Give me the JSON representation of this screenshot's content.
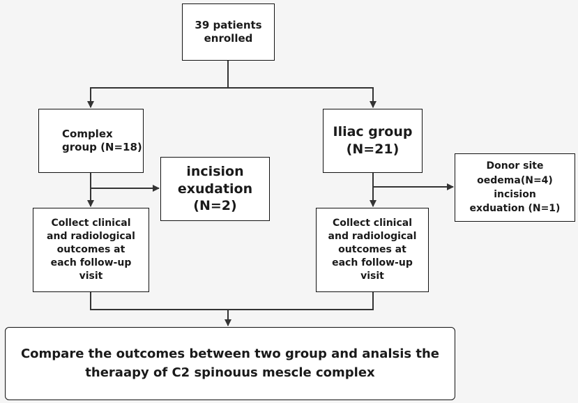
{
  "nodes": {
    "enrolled": "39 patients\nenrolled",
    "complex_group": "Complex\ngroup (N=18)",
    "iliac_group": "Iliac group\n(N=21)",
    "complex_exudation": "incision\nexudation\n(N=2)",
    "donor_exudation": "Donor site\noedema(N=4)\nincision\nexduation (N=1)",
    "complex_collect": "Collect clinical\nand radiological\noutcomes at\neach follow-up\nvisit",
    "iliac_collect": "Collect clinical\nand radiological\noutcomes at\neach follow-up\nvisit",
    "compare": "Compare the outcomes between two group and analsis the\ntheraapy of C2 spinouus mescle complex"
  },
  "colors": {
    "line": "#333333",
    "border": "#111111",
    "background": "#f5f5f5",
    "box": "#ffffff"
  }
}
